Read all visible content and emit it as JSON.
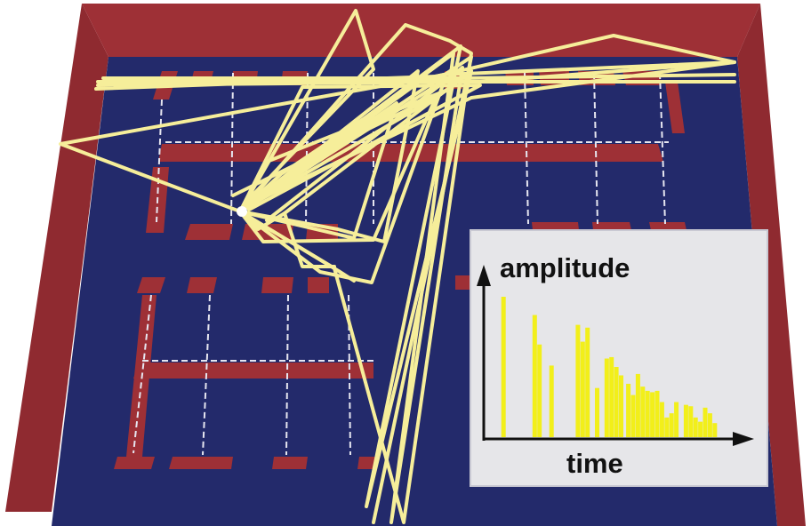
{
  "figure": {
    "room_colors": {
      "wall": "#9e3036",
      "floor": "#232a6b",
      "ray": "#f6ee9a",
      "source": "#ffffff"
    }
  },
  "inset": {
    "ylabel": "amplitude",
    "xlabel": "time",
    "background": "#e6e6e9",
    "bar_color": "#f2ef1a"
  },
  "chart_data": {
    "type": "bar",
    "title": "",
    "xlabel": "time",
    "ylabel": "amplitude",
    "xlim": [
      0,
      100
    ],
    "ylim": [
      0,
      100
    ],
    "x": [
      6,
      19,
      21,
      26,
      37,
      39,
      41,
      45,
      49,
      51,
      53,
      55,
      58,
      60,
      62,
      64,
      66,
      68,
      70,
      72,
      74,
      76,
      78,
      82,
      84,
      86,
      88,
      90,
      92,
      94
    ],
    "values": [
      100,
      87,
      66,
      51,
      80,
      68,
      78,
      35,
      56,
      57,
      50,
      44,
      38,
      30,
      45,
      36,
      33,
      32,
      33,
      25,
      14,
      17,
      25,
      23,
      22,
      14,
      11,
      21,
      17,
      10
    ]
  }
}
